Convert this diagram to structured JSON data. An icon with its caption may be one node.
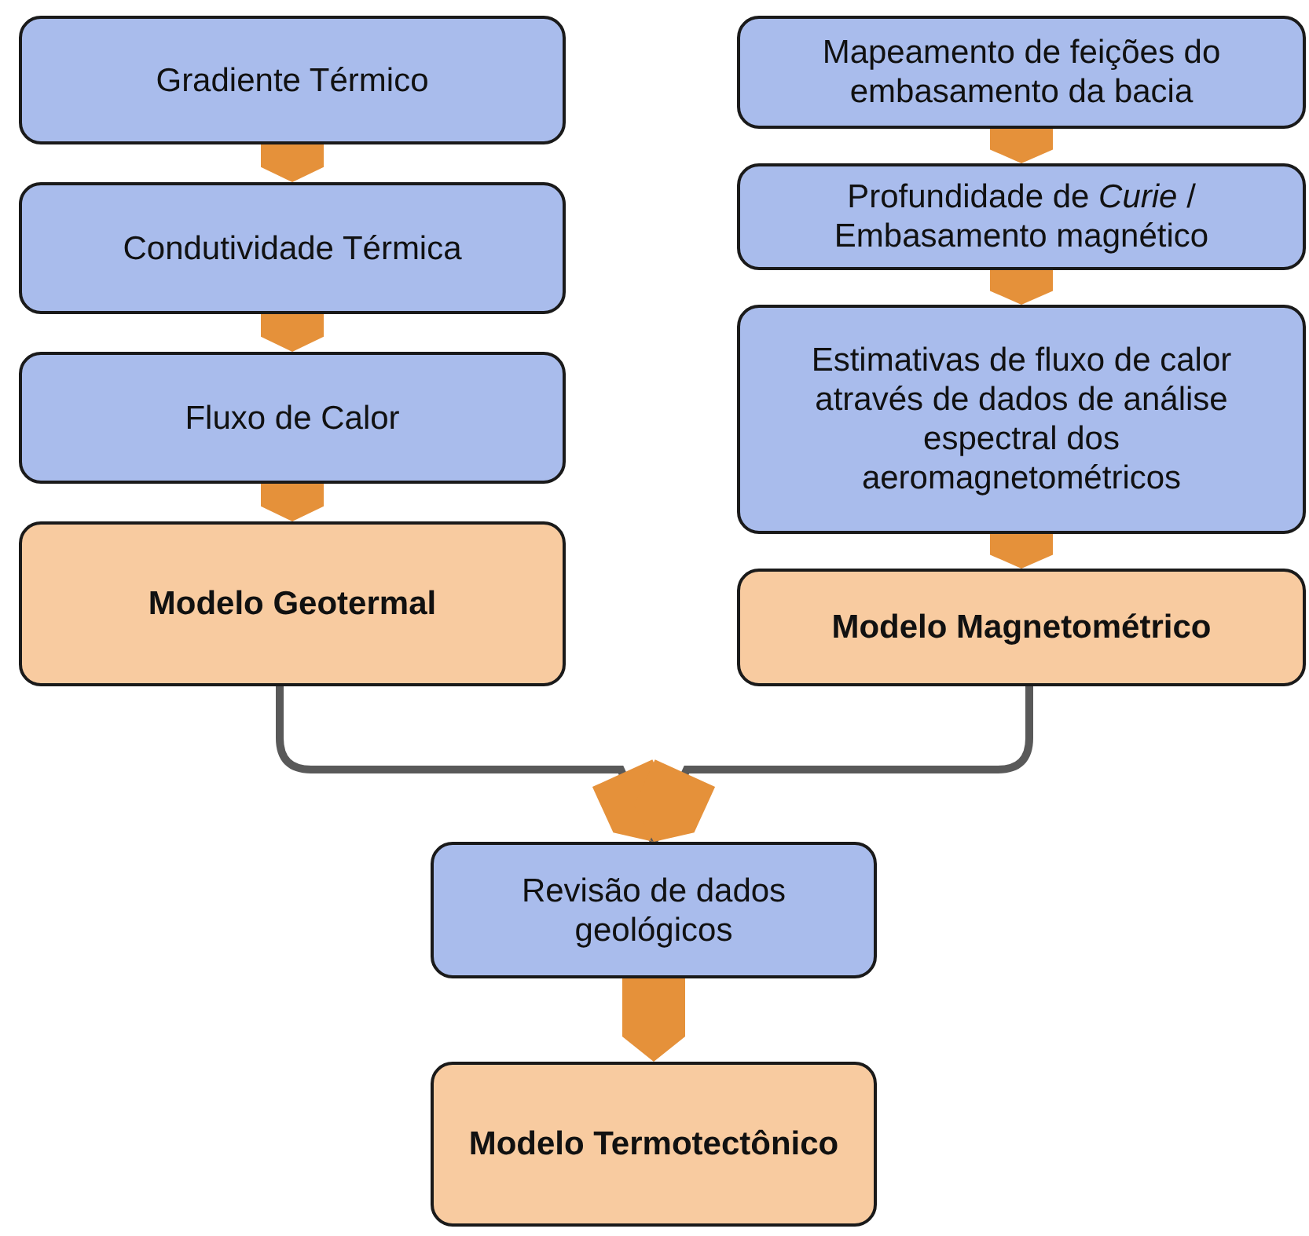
{
  "diagram": {
    "nodes": [
      {
        "text": [
          "Gradiente Térmico"
        ]
      },
      {
        "text": [
          "Condutividade Térmica"
        ]
      },
      {
        "text": [
          "Fluxo de Calor"
        ]
      },
      {
        "text": [
          "Modelo Geotermal"
        ]
      },
      {
        "text": [
          "Mapeamento de feições do embasamento da bacia"
        ]
      },
      {
        "text": [
          "Profundidade de *Curie* / Embasamento magnético"
        ]
      },
      {
        "text": [
          "Estimativas de fluxo de calor através de dados de análise espectral dos aeromagnetométricos"
        ]
      },
      {
        "text": [
          "Modelo Magnetométrico"
        ]
      },
      {
        "text": [
          "Revisão de dados geológicos"
        ]
      },
      {
        "text": [
          "Modelo Termotectônico"
        ]
      }
    ],
    "edges": [
      {
        "from": 0,
        "to": 1,
        "arrow": "to"
      },
      {
        "from": 1,
        "to": 2,
        "arrow": "to"
      },
      {
        "from": 2,
        "to": 3,
        "arrow": "to"
      },
      {
        "from": 4,
        "to": 5,
        "arrow": "to"
      },
      {
        "from": 5,
        "to": 6,
        "arrow": "to"
      },
      {
        "from": 6,
        "to": 7,
        "arrow": "to"
      },
      {
        "from": 3,
        "to": 8,
        "arrow": "to"
      },
      {
        "from": 7,
        "to": 8,
        "arrow": "to"
      },
      {
        "from": 8,
        "to": 9,
        "arrow": "to"
      }
    ]
  }
}
